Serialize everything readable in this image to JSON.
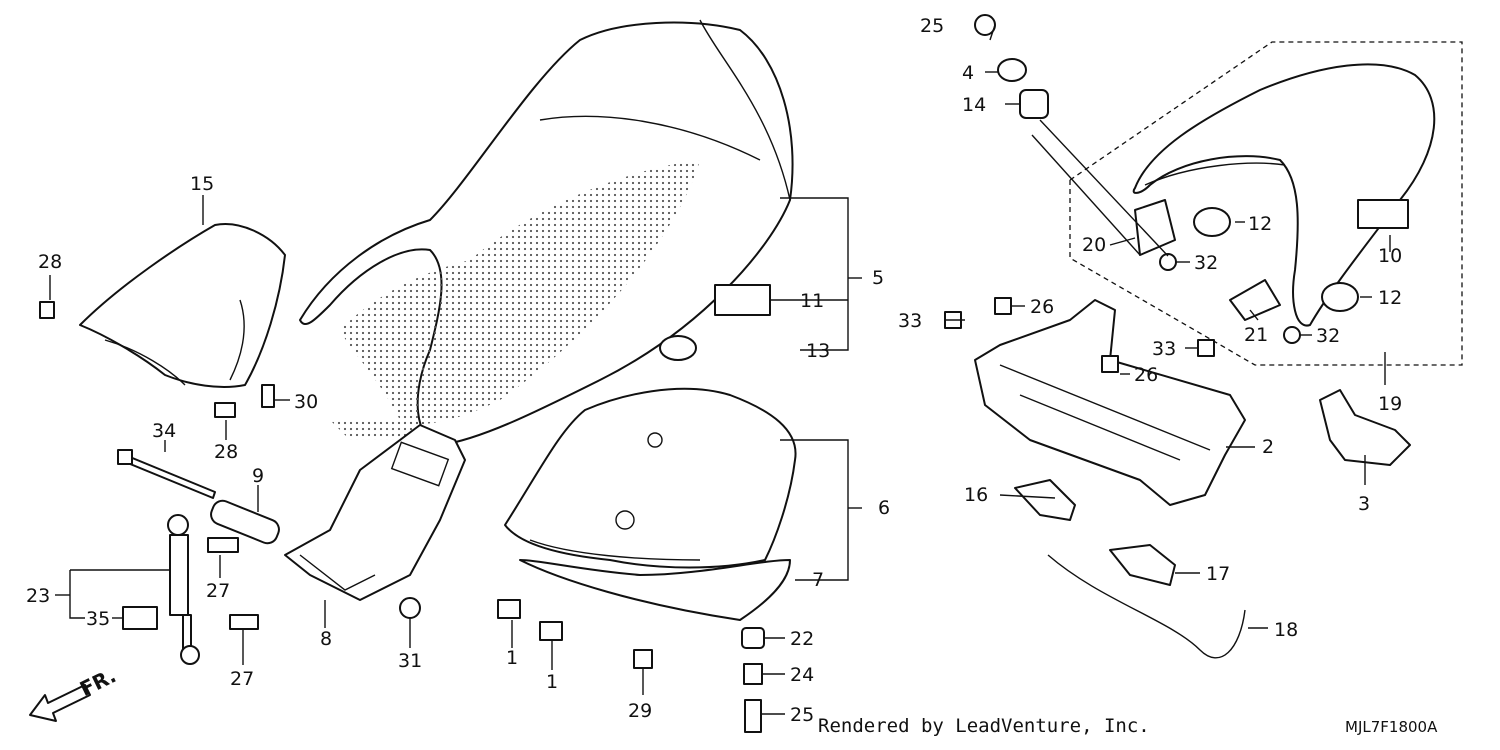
{
  "labels": {
    "l1a": "1",
    "l1b": "1",
    "l2": "2",
    "l3": "3",
    "l4": "4",
    "l5": "5",
    "l6": "6",
    "l7": "7",
    "l8": "8",
    "l9": "9",
    "l10": "10",
    "l11": "11",
    "l12a": "12",
    "l12b": "12",
    "l13": "13",
    "l14": "14",
    "l15": "15",
    "l16": "16",
    "l17": "17",
    "l18": "18",
    "l19": "19",
    "l20": "20",
    "l21": "21",
    "l22": "22",
    "l23": "23",
    "l24": "24",
    "l25a": "25",
    "l25b": "25",
    "l26a": "26",
    "l26b": "26",
    "l27a": "27",
    "l27b": "27",
    "l28a": "28",
    "l28b": "28",
    "l29": "29",
    "l30": "30",
    "l31": "31",
    "l32a": "32",
    "l32b": "32",
    "l33a": "33",
    "l33b": "33",
    "l34": "34",
    "l35": "35"
  },
  "credit": "Rendered by LeadVenture, Inc.",
  "diagram_code": "MJL7F1800A",
  "direction_label": "FR.",
  "colors": {
    "ink": "#111111",
    "background": "#ffffff"
  }
}
